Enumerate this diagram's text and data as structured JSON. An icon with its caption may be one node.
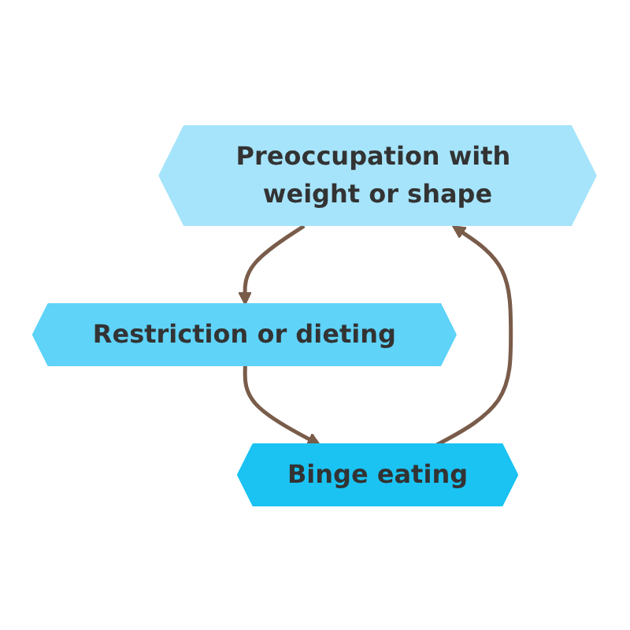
{
  "diagram": {
    "nodes": [
      {
        "text": [
          "Preoccupation with weight or shape"
        ]
      },
      {
        "text": [
          "Restriction or dieting"
        ]
      },
      {
        "text": [
          "Binge eating"
        ]
      }
    ],
    "edges": [
      {
        "from": 0,
        "to": 1,
        "arrow": "to"
      },
      {
        "from": 1,
        "to": 2,
        "arrow": "to"
      },
      {
        "from": 2,
        "to": 0,
        "arrow": "to"
      }
    ]
  }
}
